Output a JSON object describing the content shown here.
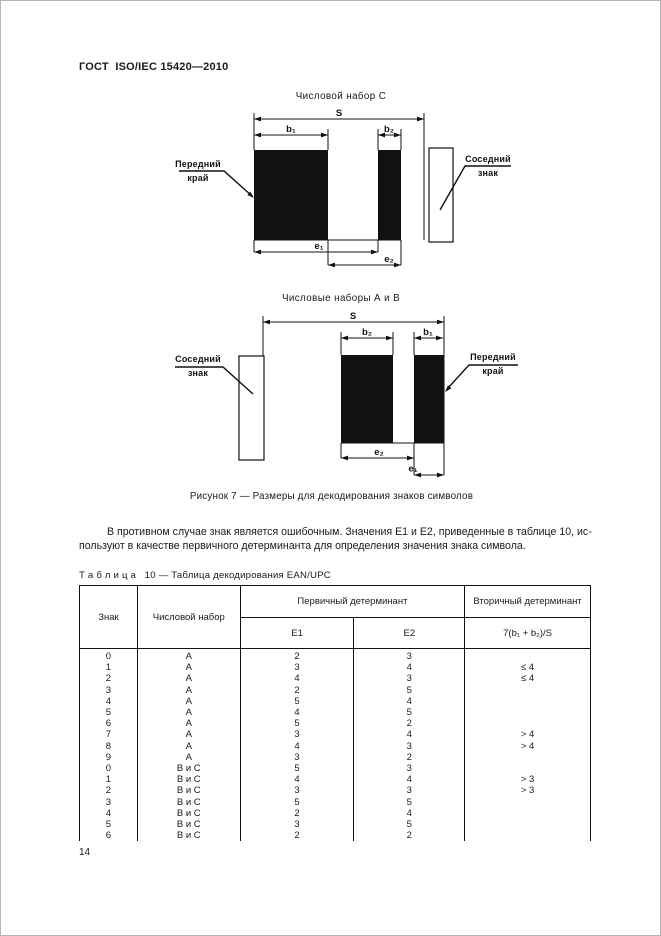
{
  "page": {
    "header": "ГОСТ  ISO/IEC 15420—2010",
    "page_number": "14"
  },
  "figure": {
    "caption": "Рисунок 7 — Размеры для декодирования знаков символов",
    "diagram_c": {
      "title": "Числовой набор С",
      "leading_edge_line1": "Передний",
      "leading_edge_line2": "край",
      "adjacent_line1": "Соседний",
      "adjacent_line2": "знак",
      "dim_s": "S",
      "dim_b1": "b₁",
      "dim_b2": "b₂",
      "dim_e1": "e₁",
      "dim_e2": "e₂"
    },
    "diagram_ab": {
      "title": "Числовые наборы А и В",
      "leading_edge_line1": "Передний",
      "leading_edge_line2": "край",
      "adjacent_line1": "Соседний",
      "adjacent_line2": "знак",
      "dim_s": "S",
      "dim_b1": "b₁",
      "dim_b2": "b₂",
      "dim_e1": "e₁",
      "dim_e2": "e₂"
    }
  },
  "paragraph": {
    "line1": "В противном случае знак является ошибочным. Значения Е1 и Е2, приведенные в таблице 10, ис-",
    "line2": "пользуют в качестве первичного детерминанта для определения значения знака символа."
  },
  "table": {
    "caption": "Т а б л и ц а   10 — Таблица декодирования EAN/UPC",
    "headers": {
      "znak": "Знак",
      "number_set": "Числовой набор",
      "primary": "Первичный детерминант",
      "e1": "E1",
      "e2": "E2",
      "secondary": "Вторичный детерминант",
      "secondary_formula": "7(b₁ + b₂)/S"
    },
    "rows": [
      [
        "0",
        "А",
        "2",
        "3",
        ""
      ],
      [
        "1",
        "А",
        "3",
        "4",
        "≤ 4"
      ],
      [
        "2",
        "А",
        "4",
        "3",
        "≤ 4"
      ],
      [
        "3",
        "А",
        "2",
        "5",
        ""
      ],
      [
        "4",
        "А",
        "5",
        "4",
        ""
      ],
      [
        "5",
        "А",
        "4",
        "5",
        ""
      ],
      [
        "6",
        "А",
        "5",
        "2",
        ""
      ],
      [
        "7",
        "А",
        "3",
        "4",
        "> 4"
      ],
      [
        "8",
        "А",
        "4",
        "3",
        "> 4"
      ],
      [
        "9",
        "А",
        "3",
        "2",
        ""
      ],
      [
        "0",
        "В и С",
        "5",
        "3",
        ""
      ],
      [
        "1",
        "В и С",
        "4",
        "4",
        "> 3"
      ],
      [
        "2",
        "В и С",
        "3",
        "3",
        "> 3"
      ],
      [
        "3",
        "В и С",
        "5",
        "5",
        ""
      ],
      [
        "4",
        "В и С",
        "2",
        "4",
        ""
      ],
      [
        "5",
        "В и С",
        "3",
        "5",
        ""
      ],
      [
        "6",
        "В и С",
        "2",
        "2",
        ""
      ]
    ]
  }
}
